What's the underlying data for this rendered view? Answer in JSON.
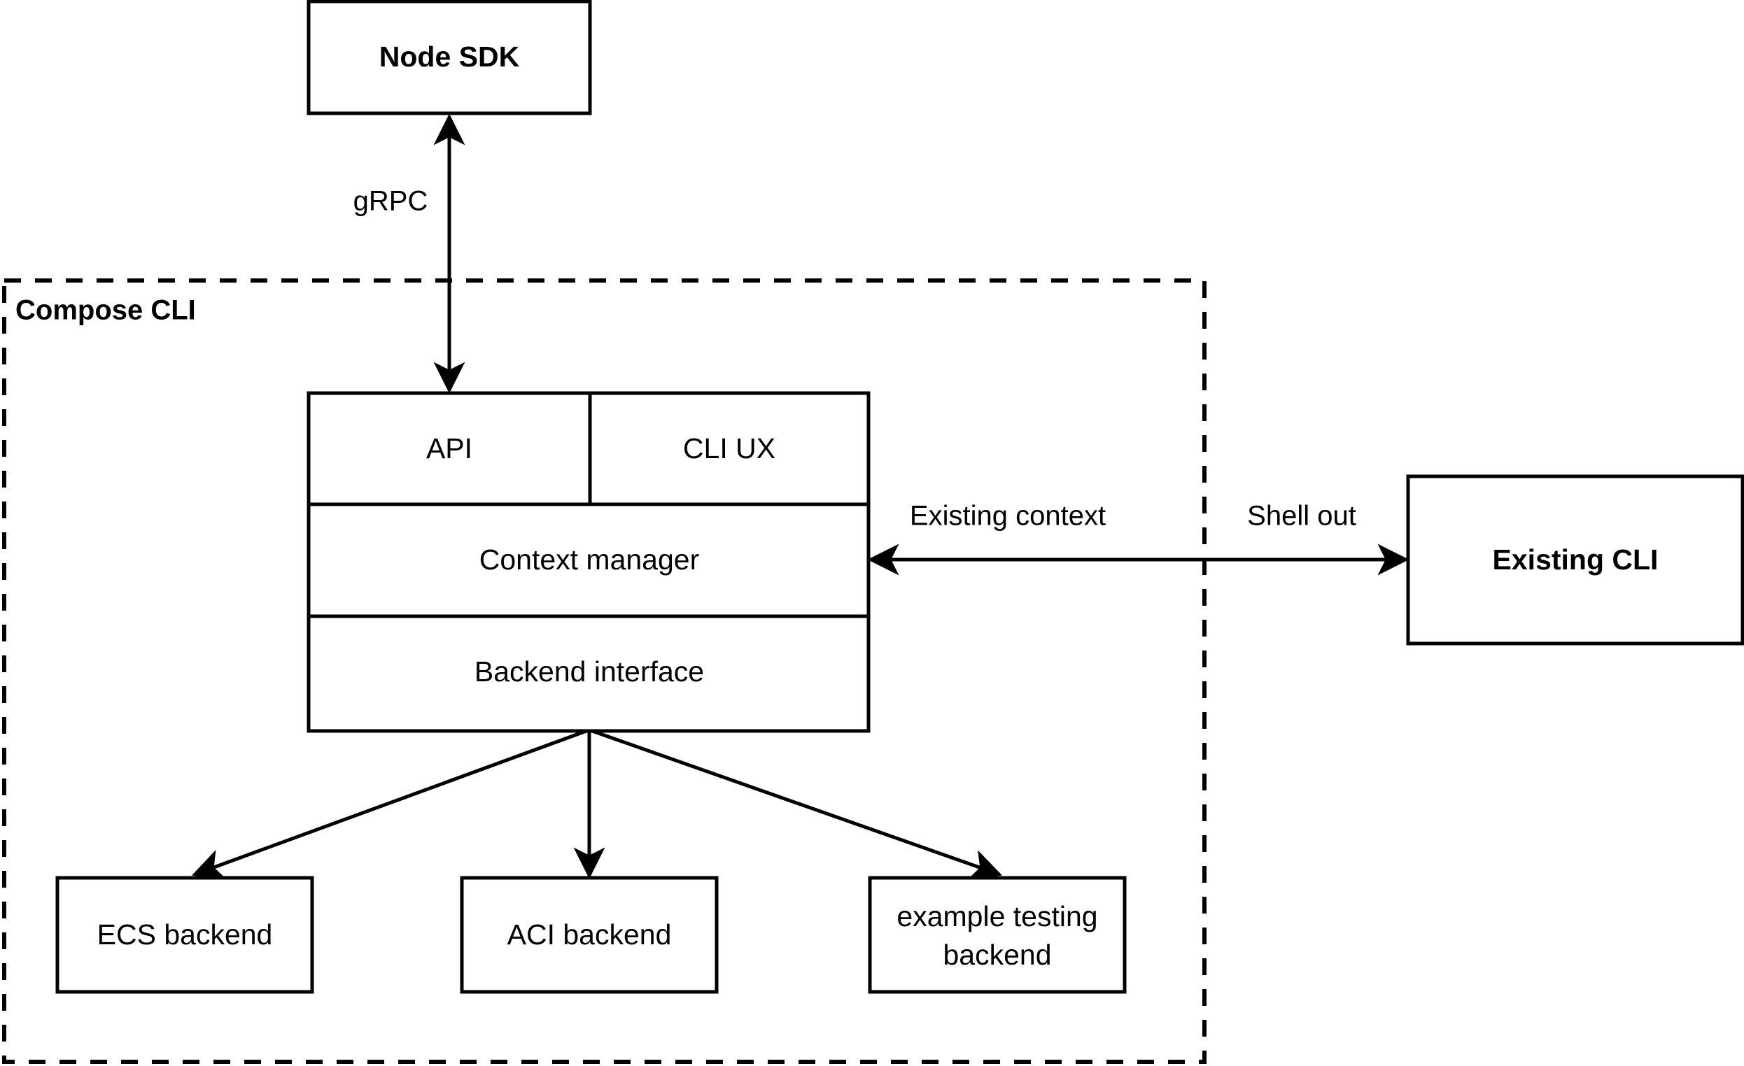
{
  "diagram": {
    "title_group": {
      "label": "Compose CLI"
    },
    "nodes": {
      "node_sdk": {
        "label": "Node SDK"
      },
      "api": {
        "label": "API"
      },
      "cli_ux": {
        "label": "CLI UX"
      },
      "context_manager": {
        "label": "Context manager"
      },
      "backend_interface": {
        "label": "Backend interface"
      },
      "existing_cli": {
        "label": "Existing CLI"
      },
      "ecs_backend": {
        "label": "ECS backend"
      },
      "aci_backend": {
        "label": "ACI backend"
      },
      "example_testing_backend_line1": {
        "label": "example testing"
      },
      "example_testing_backend_line2": {
        "label": "backend"
      }
    },
    "edges": {
      "grpc": {
        "label": "gRPC"
      },
      "existing_context": {
        "label": "Existing context"
      },
      "shell_out": {
        "label": "Shell out"
      }
    },
    "colors": {
      "stroke": "#000000",
      "fill": "#ffffff"
    }
  }
}
